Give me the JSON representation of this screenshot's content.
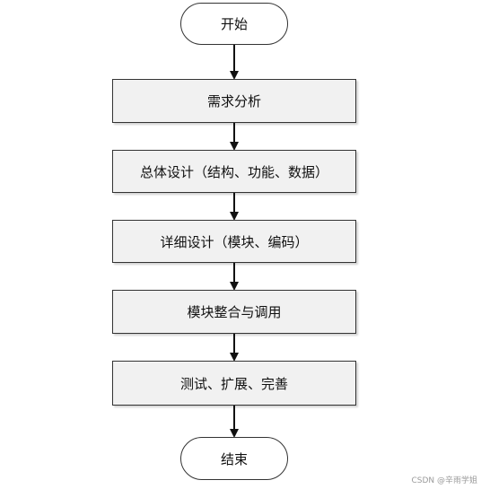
{
  "flowchart": {
    "start": "开始",
    "steps": [
      "需求分析",
      "总体设计（结构、功能、数据）",
      "详细设计（模块、编码）",
      "模块整合与调用",
      "测试、扩展、完善"
    ],
    "end": "结束"
  },
  "watermark": "CSDN @辛雨学姐"
}
